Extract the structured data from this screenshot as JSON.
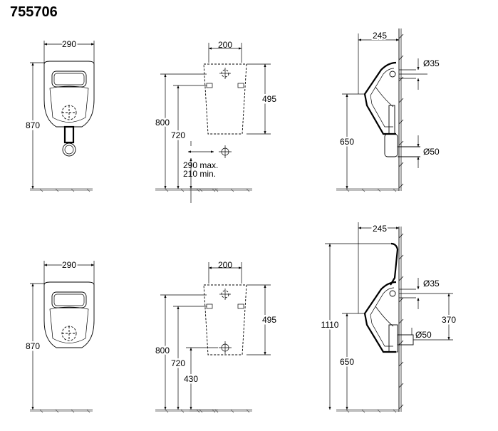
{
  "title": "755706",
  "front_top": {
    "width": "290",
    "height": "870"
  },
  "layout_top": {
    "width": "200",
    "height_a": "495",
    "height_b": "800",
    "height_c": "720",
    "note_max": "290 max.",
    "note_min": "210 min."
  },
  "side_top": {
    "depth": "245",
    "inlet": "Ø35",
    "outlet": "Ø50",
    "height": "650"
  },
  "front_bottom": {
    "width": "290",
    "height": "870"
  },
  "layout_bottom": {
    "width": "200",
    "height_a": "495",
    "height_b": "800",
    "height_c": "720",
    "height_d": "430"
  },
  "side_bottom": {
    "depth": "245",
    "inlet": "Ø35",
    "outlet": "Ø50",
    "height_total": "1110",
    "height": "650",
    "inlet_height": "370"
  }
}
